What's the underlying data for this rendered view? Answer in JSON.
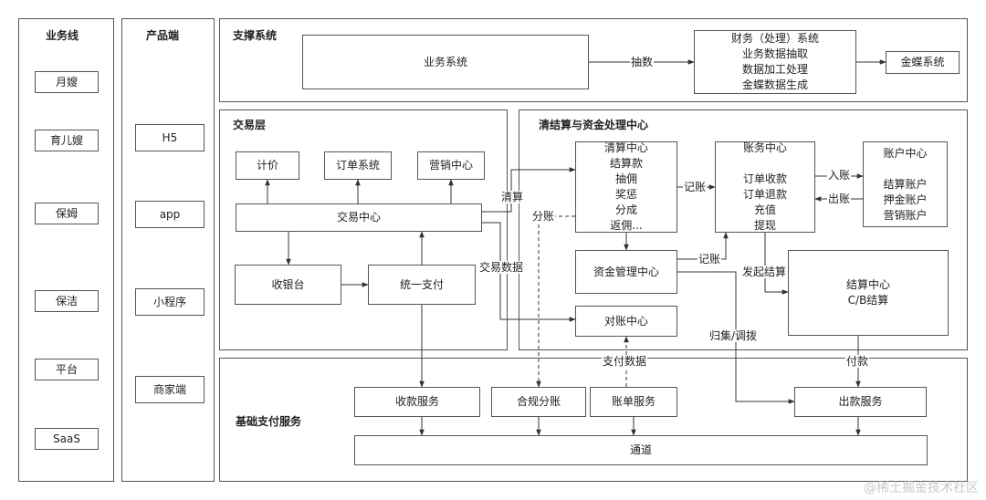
{
  "columns": {
    "business": {
      "title": "业务线",
      "items": [
        "月嫂",
        "育儿嫂",
        "保姆",
        "保洁",
        "平台",
        "SaaS"
      ]
    },
    "product": {
      "title": "产品端",
      "items": [
        "H5",
        "app",
        "小程序",
        "商家端"
      ]
    }
  },
  "support": {
    "title": "支撑系统",
    "business_system": "业务系统",
    "edge_extract": "抽数",
    "finance_system": "财务（处理）系统\n业务数据抽取\n数据加工处理\n金蝶数据生成",
    "kingdee": "金蝶系统"
  },
  "trade": {
    "title": "交易层",
    "pricing": "计价",
    "order_system": "订单系统",
    "marketing": "营销中心",
    "trade_center": "交易中心",
    "cashier": "收银台",
    "unified_pay": "统一支付"
  },
  "clearing": {
    "title": "清结算与资金处理中心",
    "clearing_center": "清算中心\n结算款\n抽佣\n奖惩\n分成\n返佣...",
    "ledger_center": "账务中心\n\n订单收款\n订单退款\n充值\n提现",
    "account_center": "账户中心\n\n结算账户\n押金账户\n营销账户",
    "fund_center": "资金管理中心",
    "reconcile_center": "对账中心",
    "settle_center": "结算中心\nC/B结算"
  },
  "edge_labels": {
    "clearing": "清算",
    "trade_data": "交易数据",
    "split_account": "分账",
    "record_1": "记账",
    "record_2": "记账",
    "incoming": "入账",
    "outgoing": "出账",
    "initiate_settle": "发起结算",
    "collect_allocate": "归集/调拨",
    "pay_data": "支付数据",
    "payment": "付款"
  },
  "base": {
    "title": "基础支付服务",
    "collect_service": "收款服务",
    "compliance_split": "合规分账",
    "bill_service": "账单服务",
    "payout_service": "出款服务",
    "channel": "通道"
  },
  "watermark": "@稀土掘金技术社区"
}
